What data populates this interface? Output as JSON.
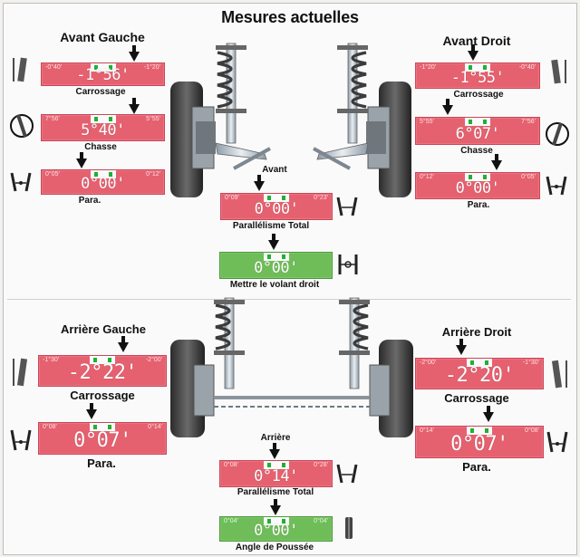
{
  "title": "Mesures actuelles",
  "front": {
    "left": {
      "title": "Avant Gauche",
      "camber": {
        "value": "-1°56'",
        "min": "-0°40'",
        "max": "-1°20'",
        "label": "Carrossage"
      },
      "caster": {
        "value": "5°40'",
        "min": "7°56'",
        "max": "5°55'",
        "label": "Chasse"
      },
      "toe": {
        "value": "0°00'",
        "min": "0°05'",
        "max": "0°12'",
        "label": "Para."
      }
    },
    "right": {
      "title": "Avant Droit",
      "camber": {
        "value": "-1°55'",
        "min": "-1°20'",
        "max": "-0°40'",
        "label": "Carrossage"
      },
      "caster": {
        "value": "6°07'",
        "min": "5°55'",
        "max": "7°56'",
        "label": "Chasse"
      },
      "toe": {
        "value": "0°00'",
        "min": "0°12'",
        "max": "0°05'",
        "label": "Para."
      }
    },
    "axle_label": "Avant",
    "total_toe": {
      "value": "0°00'",
      "min": "0°09'",
      "max": "0°23'",
      "label": "Parallélisme Total"
    },
    "steering": {
      "value": "0°00'",
      "min": "",
      "max": "",
      "label": "Mettre le volant droit"
    }
  },
  "rear": {
    "left": {
      "title": "Arrière Gauche",
      "camber": {
        "value": "-2°22'",
        "min": "-1°30'",
        "max": "-2°00'",
        "label": "Carrossage"
      },
      "toe": {
        "value": "0°07'",
        "min": "0°08'",
        "max": "0°14'",
        "label": "Para."
      }
    },
    "right": {
      "title": "Arrière Droit",
      "camber": {
        "value": "-2°20'",
        "min": "-2°00'",
        "max": "-1°30'",
        "label": "Carrossage"
      },
      "toe": {
        "value": "0°07'",
        "min": "0°14'",
        "max": "0°08'",
        "label": "Para."
      }
    },
    "axle_label": "Arrière",
    "total_toe": {
      "value": "0°14'",
      "min": "0°08'",
      "max": "0°28'",
      "label": "Parallélisme Total"
    },
    "thrust": {
      "value": "0°00'",
      "min": "0°04'",
      "max": "0°04'",
      "label": "Angle de Poussée"
    }
  },
  "colors": {
    "out_of_range": "#e6616f",
    "in_range": "#6fbd59",
    "ok_marker": "#1fb036"
  },
  "icons": [
    "camber-icon",
    "caster-icon",
    "toe-icon",
    "steering-wheel-icon",
    "thrust-angle-icon",
    "suspension-strut-icon",
    "wheel-icon"
  ]
}
